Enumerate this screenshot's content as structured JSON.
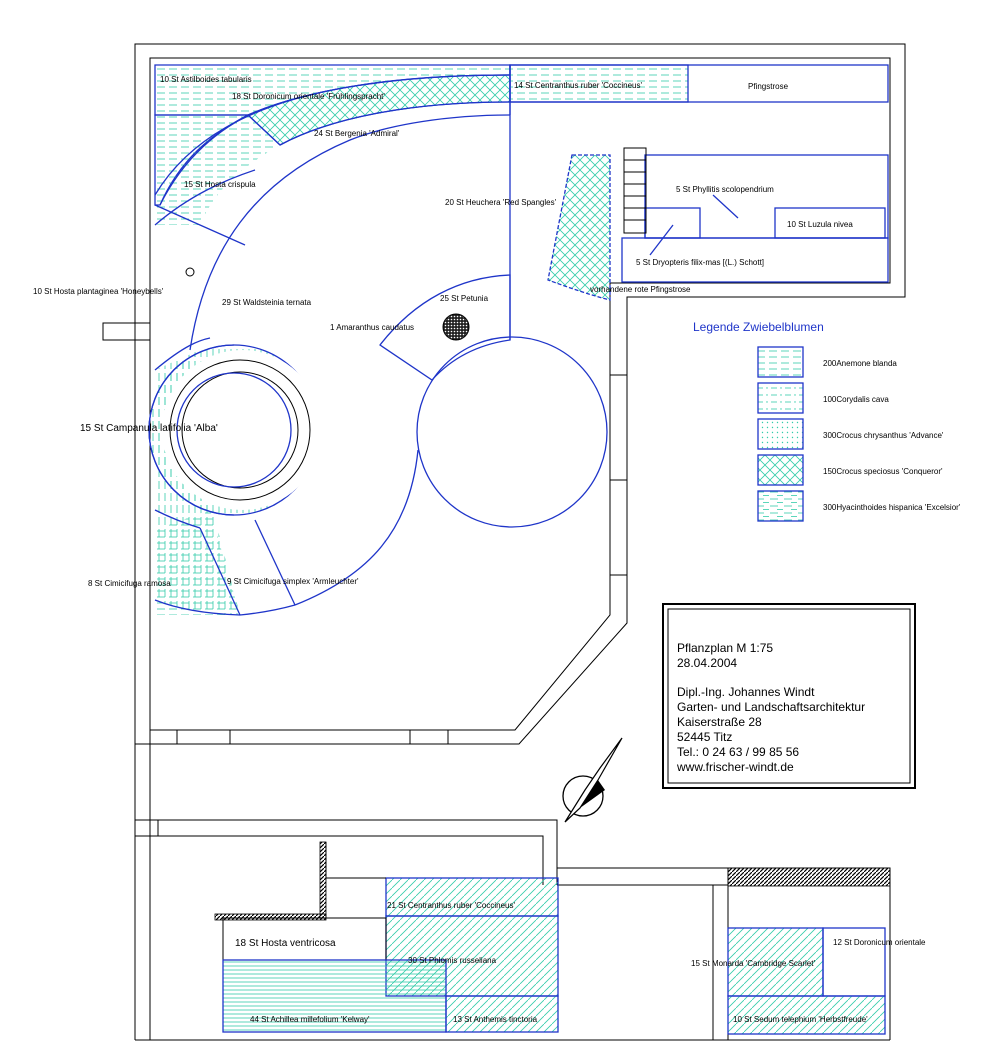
{
  "colors": {
    "outline": "#1f35c9",
    "hatch": "#33ccaa",
    "wall": "#000000",
    "legend_title": "#1f35c9"
  },
  "plants": {
    "astilboides": "10 St  Astilboides tabularis",
    "doronicum1": "18 St  Doronicum orientale 'Frühlingspracht'",
    "bergenia": "24 St  Bergenia 'Admiral'",
    "centranthus1": "14 St  Centranthus ruber 'Coccineus'",
    "pfingstrose": "Pfingstrose",
    "hosta_crispula": "15 St  Hosta crispula",
    "phyllitis": "5 St  Phyllitis  scolopendrium",
    "luzula": "10 St  Luzula  nivea",
    "dryopteris": "5 St  Dryopteris  filix-mas  [(L.)  Schott]",
    "heuchera": "20 St  Heuchera 'Red Spangles'",
    "vorhandene": "vorhandene rote Pfingstrose",
    "hosta_plant": "10 St  Hosta  plantaginea 'Honeybells'",
    "waldsteinia": "29 St  Waldsteinia  ternata",
    "petunia": "25 St  Petunia",
    "amaranthus": "1 Amaranthus caudatus",
    "campanula": "15 St  Campanula  latifolia 'Alba'",
    "cimicifuga_ram": "8 St  Cimicifuga  ramosa",
    "cimicifuga_simp": "9 St  Cimicifuga  simplex 'Armleuchter'",
    "centranthus2": "21 St  Centranthus ruber 'Coccineus'",
    "hosta_ventricosa": "18 St  Hosta  ventricosa",
    "phlomis": "30 St  Phlomis  russeliana",
    "achillea": "44 St  Achillea  millefolium  'Kelway'",
    "anthemis": "13 St  Anthemis  tinctoria",
    "monarda": "15 St  Monarda  'Cambridge  Scarlet'",
    "doronicum2": "12 St  Doronicum  orientale",
    "sedum": "10 St  Sedum  telephium  'Herbstfreude'"
  },
  "legend": {
    "title": "Legende Zwiebelblumen",
    "items": [
      {
        "label": "200Anemone blanda",
        "pattern": "pat-dash"
      },
      {
        "label": "100Corydalis cava",
        "pattern": "pat-dotdash"
      },
      {
        "label": "300Crocus chrysanthus 'Advance'",
        "pattern": "pat-dot"
      },
      {
        "label": "150Crocus speciosus 'Conqueror'",
        "pattern": "pat-cross"
      },
      {
        "label": "300Hyacinthoides hispanica 'Excelsior'",
        "pattern": "pat-dash2"
      }
    ]
  },
  "title_block": {
    "plan": "Pflanzplan  M 1:75",
    "date": "28.04.2004",
    "name": "Dipl.-Ing. Johannes Windt",
    "profession": "Garten- und Landschaftsarchitektur",
    "street": "Kaiserstraße 28",
    "city": "52445 Titz",
    "phone": "Tel.: 0 24 63 / 99 85 56",
    "web": "www.frischer-windt.de"
  }
}
